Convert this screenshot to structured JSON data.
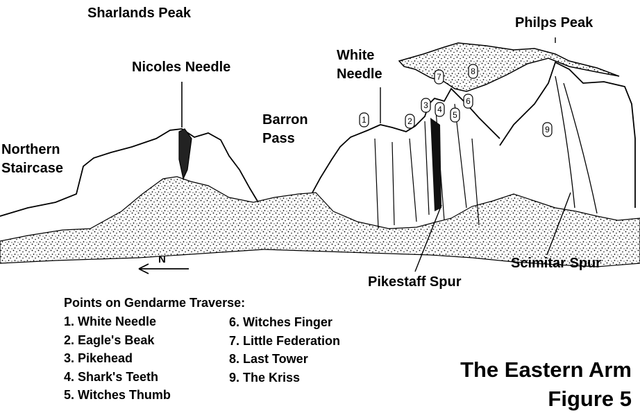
{
  "labels": {
    "sharlands_peak": "Sharlands Peak",
    "nicoles_needle": "Nicoles Needle",
    "northern_staircase_1": "Northern",
    "northern_staircase_2": "Staircase",
    "barron_pass_1": "Barron",
    "barron_pass_2": "Pass",
    "white_needle_1": "White",
    "white_needle_2": "Needle",
    "philps_peak": "Philps Peak",
    "pikestaff_spur": "Pikestaff Spur",
    "scimitar_spur": "Scimitar Spur",
    "north": "N"
  },
  "legend": {
    "title": "Points on Gendarme Traverse:",
    "column1": [
      "1. White Needle",
      "2. Eagle's Beak",
      "3. Pikehead",
      "4. Shark's Teeth",
      "5. Witches Thumb"
    ],
    "column2": [
      "6. Witches Finger",
      "7. Little Federation",
      "8. Last Tower",
      "9. The Kriss"
    ]
  },
  "markers": [
    "1",
    "2",
    "3",
    "4",
    "5",
    "6",
    "7",
    "8",
    "9"
  ],
  "caption": {
    "line1": "The Eastern Arm",
    "line2": "Figure 5"
  }
}
